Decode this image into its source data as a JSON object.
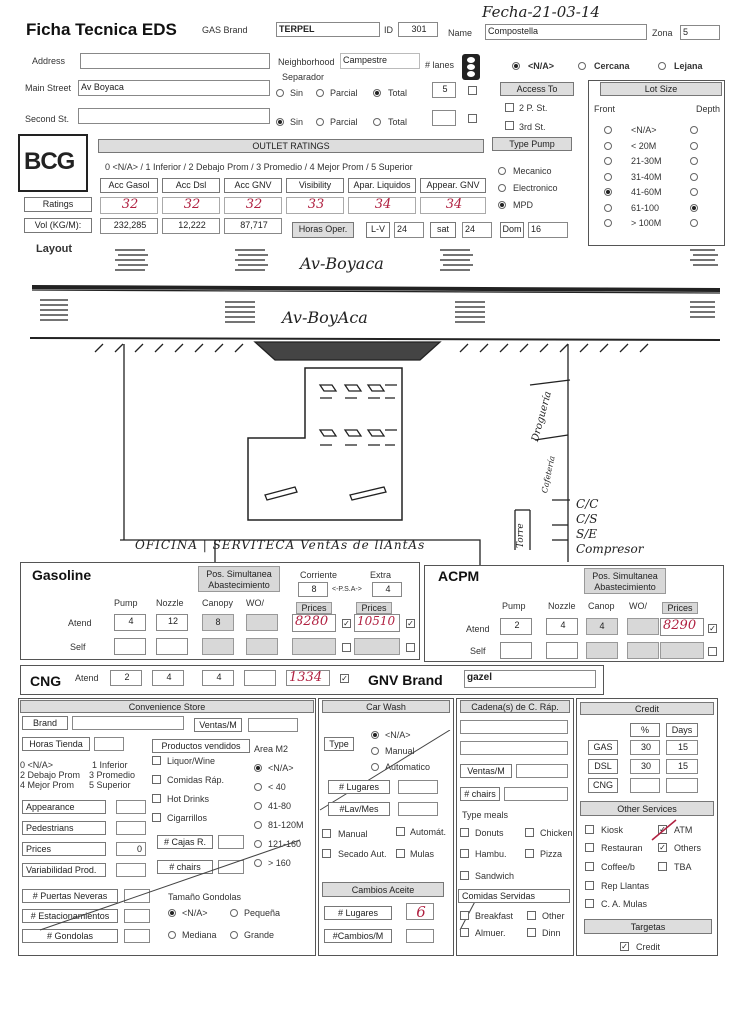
{
  "header": {
    "title": "Ficha Tecnica EDS",
    "date": "Fecha-21-03-14",
    "gas_brand_label": "GAS Brand",
    "gas_brand": "TERPEL",
    "id_label": "ID",
    "id_value": "301",
    "name_label": "Name",
    "name_value": "Compostella",
    "zona_label": "Zona",
    "zona_value": "5"
  },
  "address": {
    "address_label": "Address",
    "neighborhood_label": "Neighborhood",
    "neighborhood_value": "Campestre",
    "lanes_label": "# lanes",
    "lanes_value": "5",
    "separador_label": "Separador",
    "main_street_label": "Main Street",
    "main_street_value": "Av Boyaca",
    "second_st_label": "Second St.",
    "opts": [
      "Sin",
      "Parcial",
      "Total"
    ],
    "proximity": [
      "<N/A>",
      "Cercana",
      "Lejana"
    ]
  },
  "access": {
    "title": "Access To",
    "items": [
      "2 P. St.",
      "3rd St."
    ],
    "type_pump_title": "Type Pump",
    "pumps": [
      "Mecanico",
      "Electronico",
      "MPD"
    ]
  },
  "lot": {
    "title": "Lot Size",
    "front": "Front",
    "depth": "Depth",
    "rows": [
      "<N/A>",
      "< 20M",
      "21-30M",
      "31-40M",
      "41-60M",
      "61-100",
      "> 100M"
    ]
  },
  "outlet": {
    "logo": "BCG",
    "title": "OUTLET RATINGS",
    "scale": "0 <N/A> / 1 Inferior / 2 Debajo Prom / 3 Promedio / 4 Mejor Prom / 5 Superior",
    "cols": [
      "Acc Gasol",
      "Acc Dsl",
      "Acc GNV",
      "Visibility",
      "Apar. Liquidos",
      "Appear. GNV"
    ],
    "ratings_label": "Ratings",
    "ratings": [
      "32",
      "32",
      "32",
      "33",
      "34",
      "34"
    ],
    "vol_label": "Vol (KG/M):",
    "vols": [
      "232,285",
      "12,222",
      "87,717"
    ],
    "horas_label": "Horas Oper.",
    "lv_label": "L-V",
    "lv": "24",
    "sat_label": "sat",
    "sat": "24",
    "dom_label": "Dom",
    "dom": "16"
  },
  "layout": {
    "title": "Layout",
    "street_top": "Av-Boyaca",
    "street_mid": "Av-BoyAca",
    "bottom_text": "OFICINA | SERVITECA VentAs de llAntAs",
    "side_right": "Droguería",
    "side_cafe": "Cafetería",
    "side_torre": "Torre",
    "legend": [
      "C/C",
      "C/S",
      "S/E",
      "Compresor"
    ]
  },
  "gasoline": {
    "title": "Gasoline",
    "pos_sim": "Pos. Simultanea Abastecimiento",
    "corriente_label": "Corriente",
    "corriente": "8",
    "psa": "<-P.S.A->",
    "extra_label": "Extra",
    "extra": "4",
    "cols": [
      "Pump",
      "Nozzle",
      "Canopy",
      "WO/"
    ],
    "atend_label": "Atend",
    "self_label": "Self",
    "atend": [
      "4",
      "12",
      "8",
      ""
    ],
    "prices_label": "Prices",
    "price_corriente": "8280",
    "price_extra": "10510"
  },
  "acpm": {
    "title": "ACPM",
    "pos_sim": "Pos. Simultanea Abastecimiento",
    "cols": [
      "Pump",
      "Nozzle",
      "Canop",
      "WO/"
    ],
    "atend_label": "Atend",
    "self_label": "Self",
    "atend": [
      "2",
      "4",
      "4",
      ""
    ],
    "prices_label": "Prices",
    "price": "8290"
  },
  "cng": {
    "title": "CNG",
    "atend_label": "Atend",
    "vals": [
      "2",
      "4",
      "4"
    ],
    "price": "1334",
    "gnv_brand_label": "GNV Brand",
    "gnv_brand": "gazel"
  },
  "store": {
    "title": "Convenience Store",
    "brand_label": "Brand",
    "ventas_label": "Ventas/M",
    "horas_label": "Horas Tienda",
    "productos_label": "Productos vendidos",
    "area_label": "Area M2",
    "scale": [
      "0 <N/A>",
      "1 Inferior",
      "2 Debajo Prom",
      "3 Promedio",
      "4 Mejor Prom",
      "5 Superior"
    ],
    "productos": [
      "Liquor/Wine",
      "Comidas Ráp.",
      "Hot Drinks",
      "Cigarrillos"
    ],
    "areas": [
      "<N/A>",
      "< 40",
      "41-80",
      "81-120M",
      "121-160",
      "> 160"
    ],
    "ratings": [
      "Appearance",
      "Pedestrians",
      "Prices",
      "Variabilidad Prod."
    ],
    "prices_value": "0",
    "cajas_label": "# Cajas R.",
    "chairs_label": "# chairs",
    "neveras_label": "# Puertas Neveras",
    "estac_label": "# Estacionamientos",
    "gondolas_label": "# Gondolas",
    "tam_label": "Tamaño Gondolas",
    "tam_opts": [
      "<N/A>",
      "Pequeña",
      "Mediana",
      "Grande"
    ]
  },
  "carwash": {
    "title": "Car Wash",
    "type_label": "Type",
    "opts": [
      "<N/A>",
      "Manual",
      "Automatico"
    ],
    "lugares_label": "# Lugares",
    "lav_label": "#Lav/Mes",
    "checks": [
      "Manual",
      "Automát.",
      "Secado Aut.",
      "Mulas"
    ],
    "cambios_title": "Cambios Aceite",
    "cambios_lugares_label": "# Lugares",
    "cambios_lugares": "6",
    "cambios_mes_label": "#Cambios/M"
  },
  "cadena": {
    "title": "Cadena(s) de C. Ráp.",
    "ventas_label": "Ventas/M",
    "chairs_label": "# chairs",
    "type_meals_label": "Type meals",
    "meals": [
      "Donuts",
      "Chicken",
      "Hambu.",
      "Pizza",
      "Sandwich"
    ],
    "comidas_label": "Comidas Servidas",
    "servidas": [
      "Breakfast",
      "Other",
      "Almuer.",
      "Dinn"
    ]
  },
  "credit": {
    "title": "Credit",
    "pct": "%",
    "days": "Days",
    "rows": [
      {
        "label": "GAS",
        "pct": "30",
        "days": "15"
      },
      {
        "label": "DSL",
        "pct": "30",
        "days": "15"
      },
      {
        "label": "CNG",
        "pct": "",
        "days": ""
      }
    ],
    "other_title": "Other Services",
    "services": [
      "Kiosk",
      "ATM",
      "Restauran",
      "Others",
      "Coffee/b",
      "TBA",
      "Rep Llantas",
      "C. A. Mulas"
    ],
    "targetas_title": "Targetas",
    "credit_label": "Credit"
  }
}
